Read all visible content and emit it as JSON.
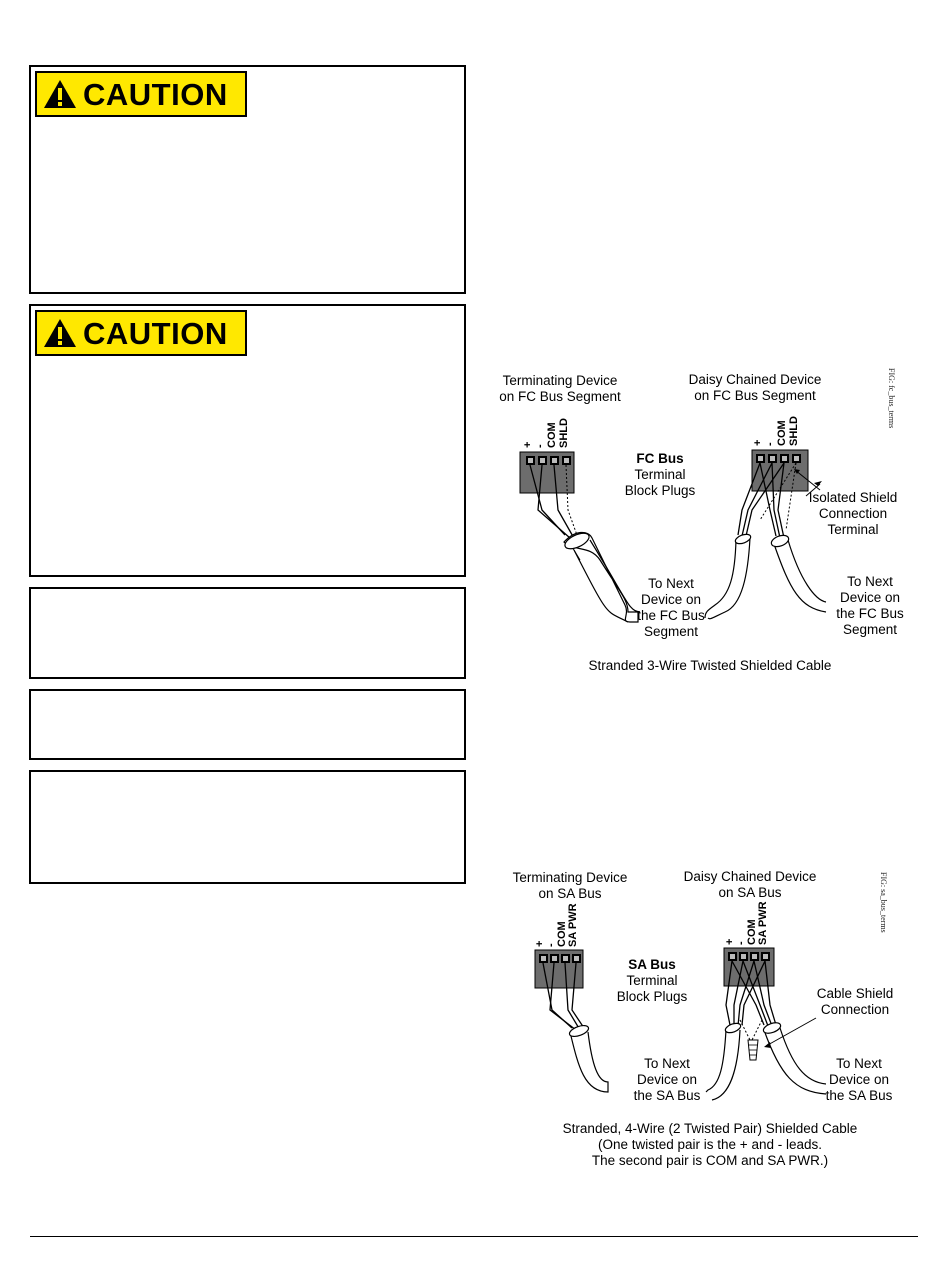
{
  "cautions": [
    {
      "label": "CAUTION"
    },
    {
      "label": "CAUTION"
    }
  ],
  "fc_figure": {
    "tag": "FIG: fc_bus_terms",
    "terminating_title": "Terminating Device\non FC Bus Segment",
    "daisy_title": "Daisy Chained Device\non FC Bus Segment",
    "pins": [
      "+",
      "-",
      "COM",
      "SHLD"
    ],
    "bus_label": "FC Bus",
    "bus_sub": "Terminal\nBlock Plugs",
    "shield_label": "Isolated Shield\nConnection\nTerminal",
    "next_left": "To Next\nDevice on\nthe FC Bus\nSegment",
    "next_right": "To Next\nDevice on\nthe FC Bus\nSegment",
    "caption": "Stranded 3-Wire Twisted Shielded Cable"
  },
  "sa_figure": {
    "tag": "FIG: sa_bus_terms",
    "terminating_title": "Terminating Device\non SA Bus",
    "daisy_title": "Daisy Chained Device\non SA Bus",
    "pins": [
      "+",
      "-",
      "COM",
      "SA PWR"
    ],
    "bus_label": "SA Bus",
    "bus_sub": "Terminal\nBlock Plugs",
    "shield_label": "Cable Shield\nConnection",
    "next_left": "To Next\nDevice on\nthe SA Bus",
    "next_right": "To Next\nDevice on\nthe SA Bus",
    "caption": "Stranded, 4-Wire (2 Twisted Pair) Shielded Cable\n(One twisted pair is the + and - leads.\nThe second pair is COM and SA PWR.)"
  }
}
